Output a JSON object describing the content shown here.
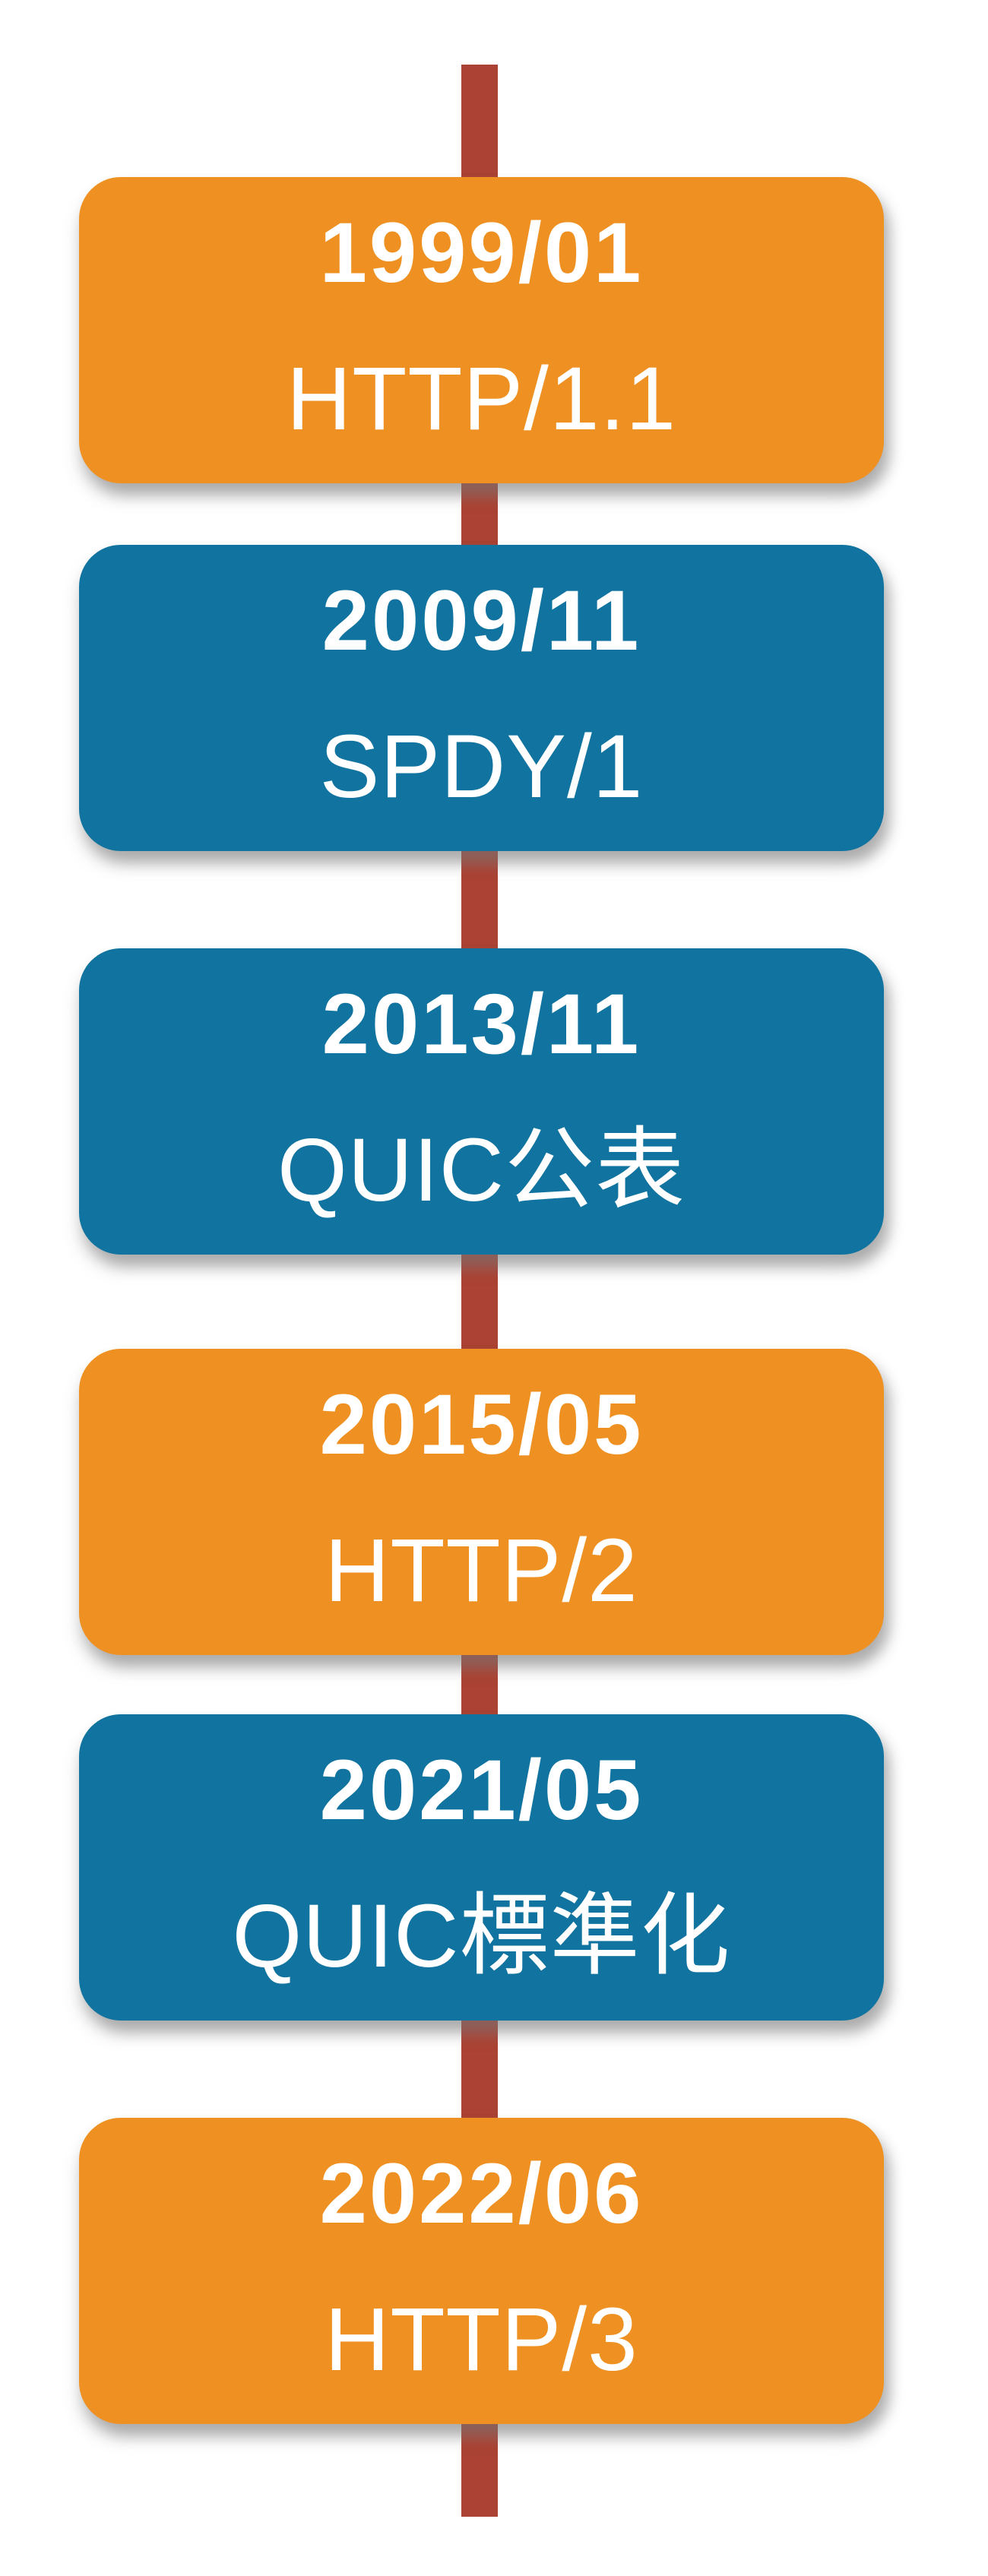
{
  "timeline": {
    "items": [
      {
        "date": "1999/01",
        "name": "HTTP/1.1",
        "variant": "orange"
      },
      {
        "date": "2009/11",
        "name": "SPDY/1",
        "variant": "teal"
      },
      {
        "date": "2013/11",
        "name": "QUIC公表",
        "variant": "teal"
      },
      {
        "date": "2015/05",
        "name": "HTTP/2",
        "variant": "orange"
      },
      {
        "date": "2021/05",
        "name": "QUIC標準化",
        "variant": "teal"
      },
      {
        "date": "2022/06",
        "name": "HTTP/3",
        "variant": "orange"
      }
    ],
    "colors": {
      "orange": "#EE9122",
      "teal": "#11739F",
      "line": "#AB4233",
      "text": "#FFFFFF",
      "background": "#FFFFFF"
    }
  }
}
